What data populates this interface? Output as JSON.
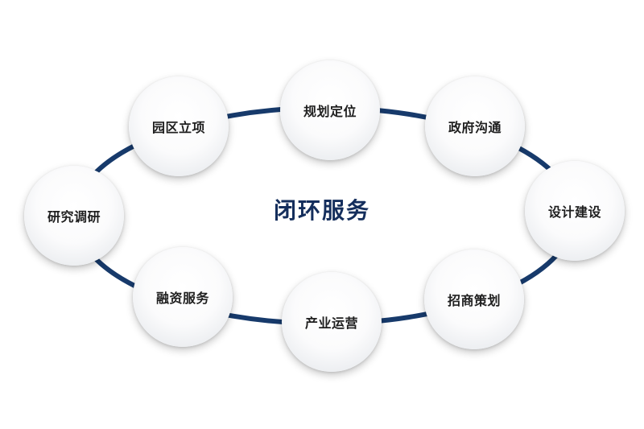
{
  "center": {
    "title": "闭环服务"
  },
  "nodes": [
    {
      "id": "planning",
      "label": "规划定位"
    },
    {
      "id": "gov",
      "label": "政府沟通"
    },
    {
      "id": "design",
      "label": "设计建设"
    },
    {
      "id": "invest",
      "label": "招商策划"
    },
    {
      "id": "ops",
      "label": "产业运营"
    },
    {
      "id": "finance",
      "label": "融资服务"
    },
    {
      "id": "research",
      "label": "研究调研"
    },
    {
      "id": "project",
      "label": "园区立项"
    }
  ],
  "colors": {
    "ring": "#173a6b",
    "title": "#142e5c",
    "label": "#1f1f1f"
  }
}
